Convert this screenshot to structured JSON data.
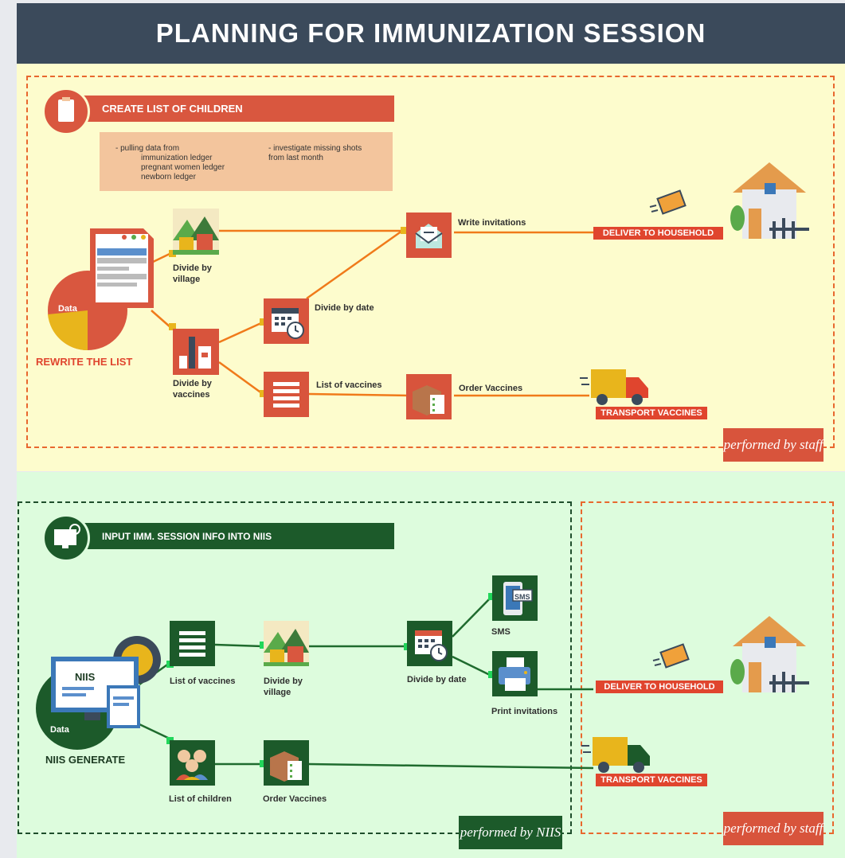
{
  "title": "PLANNING FOR IMMUNIZATION SESSION",
  "staff_section": {
    "banner": "CREATE LIST OF CHILDREN",
    "note_left": [
      "- pulling data from",
      "immunization ledger",
      "pregnant women ledger",
      "newborn ledger"
    ],
    "note_right": [
      "- investigate missing shots",
      "from last month"
    ],
    "data_label": "Data",
    "rewrite_label": "REWRITE THE LIST",
    "divide_village": "Divide by village",
    "divide_vaccines": "Divide by vaccines",
    "divide_date": "Divide by date",
    "write_invitations": "Write invitations",
    "list_vaccines": "List of vaccines",
    "order_vaccines": "Order Vaccines",
    "deliver": "DELIVER TO HOUSEHOLD",
    "transport": "TRANSPORT VACCINES",
    "credit": "performed by staff"
  },
  "niis_section": {
    "banner": "INPUT IMM. SESSION INFO INTO NIIS",
    "system_label": "NIIS",
    "data_label": "Data",
    "generate_label": "NIIS GENERATE",
    "list_vaccines": "List of vaccines",
    "divide_village": "Divide by village",
    "divide_date": "Divide by date",
    "sms": "SMS",
    "sms_screen": "SMS",
    "print_invitations": "Print invitations",
    "list_children": "List of children",
    "order_vaccines": "Order Vaccines",
    "deliver": "DELIVER TO HOUSEHOLD",
    "transport": "TRANSPORT VACCINES",
    "credit_niis": "performed by NIIS",
    "credit_staff": "performed by staff"
  },
  "colors": {
    "header": "#3b4a5b",
    "staff_accent": "#d9573f",
    "niis_accent": "#1c5a2a",
    "connector_top": "#f07a1a",
    "connector_bottom": "#1f6b2e"
  }
}
